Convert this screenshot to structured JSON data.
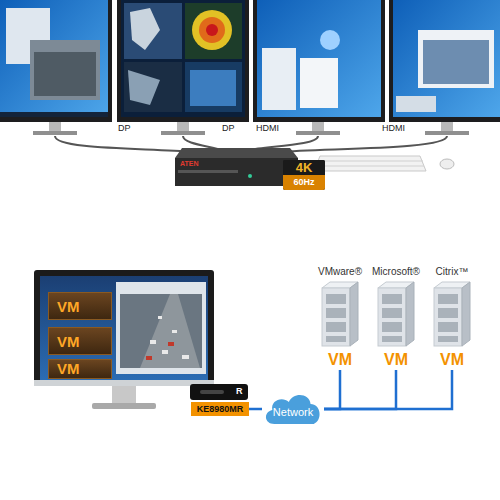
{
  "diagram": {
    "nodes": [
      {
        "text": [
          "4K",
          "60Hz"
        ]
      },
      {
        "text": [
          "VM"
        ]
      },
      {
        "text": [
          "VM"
        ]
      },
      {
        "text": [
          "VM"
        ]
      },
      {
        "text": [
          "Network"
        ]
      },
      {
        "text": [
          "KE8980MR"
        ]
      },
      {
        "text": [
          "VMware®",
          "VM"
        ]
      },
      {
        "text": [
          "Microsoft®",
          "VM"
        ]
      },
      {
        "text": [
          "Citrix™",
          "VM"
        ]
      }
    ],
    "edges": [
      {
        "from": 5,
        "to": 4,
        "arrow": "none"
      },
      {
        "from": 4,
        "to": 6,
        "arrow": "none"
      },
      {
        "from": 4,
        "to": 7,
        "arrow": "none"
      },
      {
        "from": 4,
        "to": 8,
        "arrow": "none"
      }
    ],
    "labels": [
      "DP",
      "DP",
      "HDMI",
      "HDMI",
      "ATEN",
      "R"
    ]
  }
}
